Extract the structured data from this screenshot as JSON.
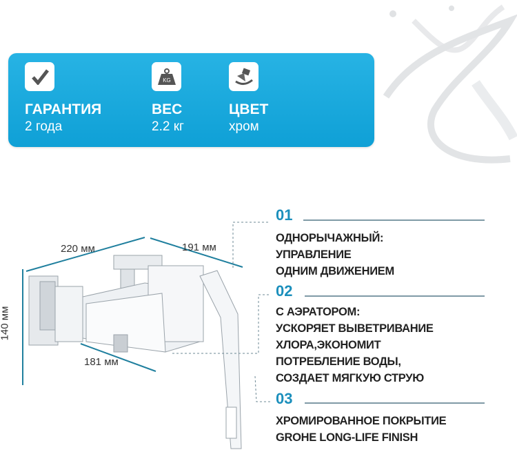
{
  "features": [
    {
      "icon": "checkmark-icon",
      "label": "ГАРАНТИЯ",
      "value": "2 года"
    },
    {
      "icon": "weight-kg-icon",
      "label": "ВЕС",
      "value": "2.2 кг",
      "icon_text": "KG"
    },
    {
      "icon": "paint-brush-icon",
      "label": "ЦВЕТ",
      "value": "хром"
    }
  ],
  "dimensions": {
    "width": "220 мм",
    "depth": "191 мм",
    "height": "140 мм",
    "spout": "181 мм"
  },
  "points": [
    {
      "number": "01",
      "lines": [
        "ОДНОРЫЧАЖНЫЙ:",
        "УПРАВЛЕНИЕ",
        "ОДНИМ ДВИЖЕНИЕМ"
      ]
    },
    {
      "number": "02",
      "lines": [
        "С АЭРАТОРОМ:",
        "УСКОРЯЕТ ВЫВЕТРИВАНИЕ",
        "ХЛОРА,ЭКОНОМИТ",
        "ПОТРЕБЛЕНИЕ ВОДЫ,",
        "СОЗДАЕТ МЯГКУЮ СТРУЮ"
      ]
    },
    {
      "number": "03",
      "lines": [
        "ХРОМИРОВАННОЕ ПОКРЫТИЕ",
        "GROHE LONG-LIFE FINISH"
      ]
    }
  ],
  "colors": {
    "banner": "#1ba7dc",
    "accent": "#1b8fbc",
    "dim_line": "#1f7f9e",
    "text": "#222222"
  }
}
